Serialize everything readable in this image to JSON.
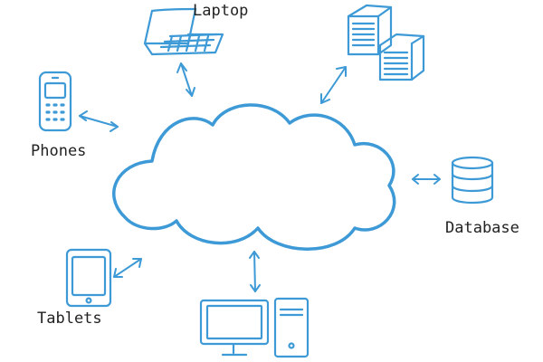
{
  "diagram": {
    "colors": {
      "line": "#3d9ad6",
      "text": "#222222",
      "background": "#ffffff"
    },
    "center": {
      "name": "cloud",
      "icon": "cloud-icon"
    },
    "nodes": {
      "laptop": {
        "label": "Laptop",
        "icon": "laptop-icon"
      },
      "servers": {
        "label": "",
        "icon": "server-rack-icon"
      },
      "phones": {
        "label": "Phones",
        "icon": "phone-icon"
      },
      "database": {
        "label": "Database",
        "icon": "database-icon"
      },
      "tablets": {
        "label": "Tablets",
        "icon": "tablet-icon"
      },
      "desktop": {
        "label": "",
        "icon": "desktop-computer-icon"
      }
    },
    "connections": [
      {
        "from": "laptop",
        "to": "cloud",
        "type": "bidirectional"
      },
      {
        "from": "servers",
        "to": "cloud",
        "type": "bidirectional"
      },
      {
        "from": "phones",
        "to": "cloud",
        "type": "bidirectional"
      },
      {
        "from": "database",
        "to": "cloud",
        "type": "bidirectional"
      },
      {
        "from": "tablets",
        "to": "cloud",
        "type": "bidirectional"
      },
      {
        "from": "desktop",
        "to": "cloud",
        "type": "bidirectional"
      }
    ]
  }
}
